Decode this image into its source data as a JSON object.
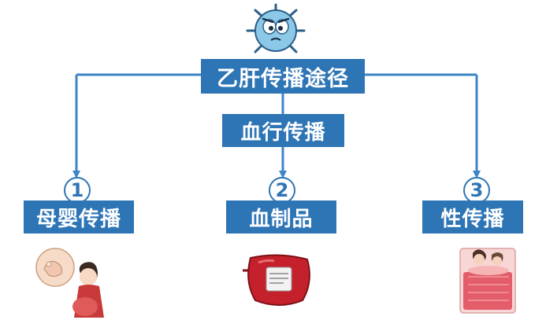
{
  "colors": {
    "box": "#2e75b6",
    "line": "#3d85c6"
  },
  "root": {
    "label": "乙肝传播途径",
    "icon": "virus-mascot-icon"
  },
  "middle": {
    "label": "血行传播"
  },
  "routes": [
    {
      "number": "1",
      "label": "母婴传播",
      "icon": "mother-infant-icon"
    },
    {
      "number": "2",
      "label": "血制品",
      "icon": "blood-bag-icon"
    },
    {
      "number": "3",
      "label": "性传播",
      "icon": "couple-bed-icon"
    }
  ]
}
